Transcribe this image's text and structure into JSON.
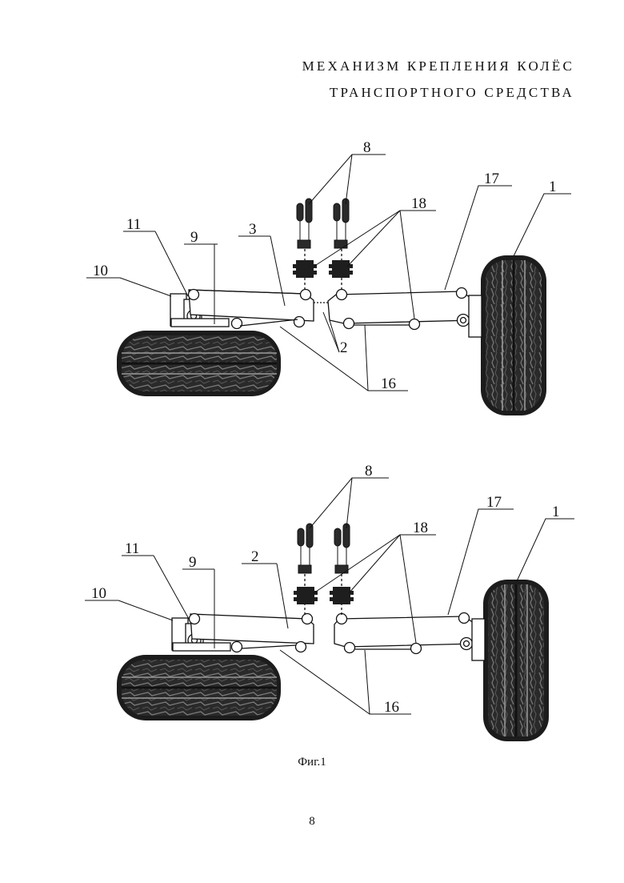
{
  "header": {
    "title_line1": "МЕХАНИЗМ КРЕПЛЕНИЯ КОЛЁС",
    "title_line2": "ТРАНСПОРТНОГО СРЕДСТВА"
  },
  "figures": [
    {
      "labels": {
        "n8": "8",
        "n17": "17",
        "n1": "1",
        "n18": "18",
        "n11": "11",
        "n9": "9",
        "n3": "3",
        "n10": "10",
        "n2": "2",
        "n16": "16"
      }
    },
    {
      "labels": {
        "n8": "8",
        "n17": "17",
        "n1": "1",
        "n18": "18",
        "n11": "11",
        "n9": "9",
        "n2": "2",
        "n10": "10",
        "n16": "16"
      }
    }
  ],
  "caption": "Фиг.1",
  "page_number": "8"
}
